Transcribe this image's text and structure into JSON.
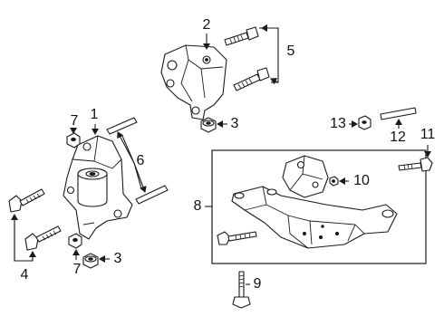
{
  "callouts": {
    "c1": "1",
    "c2": "2",
    "c3a": "3",
    "c3b": "3",
    "c4": "4",
    "c5": "5",
    "c6": "6",
    "c7a": "7",
    "c7b": "7",
    "c8": "8",
    "c9": "9",
    "c10": "10",
    "c11": "11",
    "c12": "12",
    "c13": "13"
  }
}
